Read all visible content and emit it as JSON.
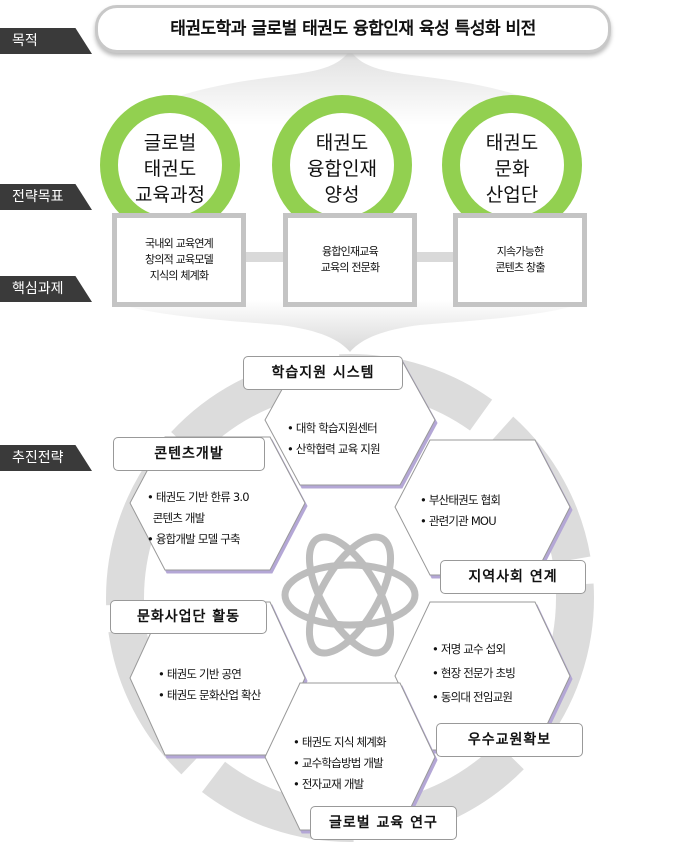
{
  "side_tabs": {
    "purpose": "목적",
    "goal": "전략목표",
    "task": "핵심과제",
    "strategy": "추진전략"
  },
  "vision": "태권도학과 글로벌 태권도 융합인재 육성 특성화 비전",
  "goals": [
    {
      "lines": [
        "글로벌",
        "태권도",
        "교육과정"
      ],
      "task": "국내외 교육연계\n창의적 교육모델\n지식의 체계화"
    },
    {
      "lines": [
        "태권도",
        "융합인재",
        "양성"
      ],
      "task": "융합인재교육\n교육의 전문화"
    },
    {
      "lines": [
        "태권도",
        "문화",
        "산업단"
      ],
      "task": "지속가능한\n콘텐츠 창출"
    }
  ],
  "strategies": [
    {
      "title": "학습지원 시스템",
      "items": [
        "• 대학 학습지원센터",
        "• 산학협력 교육 지원"
      ]
    },
    {
      "title": "콘텐츠개발",
      "items": [
        "• 태권도 기반 한류 3.0",
        "  콘텐츠 개발",
        "• 융합개발 모델 구축"
      ]
    },
    {
      "title": "지역사회 연계",
      "items": [
        "• 부산태권도 협회",
        "• 관련기관 MOU"
      ]
    },
    {
      "title": "문화사업단 활동",
      "items": [
        "• 태권도 기반 공연",
        "• 태권도 문화산업 확산"
      ]
    },
    {
      "title": "우수교원확보",
      "items": [
        "• 저명 교수 섭외",
        "• 현장 전문가 초빙",
        "• 동의대 전임교원"
      ]
    },
    {
      "title": "글로벌 교육 연구",
      "items": [
        "• 태권도 지식 체계화",
        "• 교수학습방법 개발",
        "• 전자교재 개발"
      ]
    }
  ],
  "colors": {
    "green": "#92d050",
    "dark": "#3a3a3a",
    "purple": "#b4a7d6"
  }
}
